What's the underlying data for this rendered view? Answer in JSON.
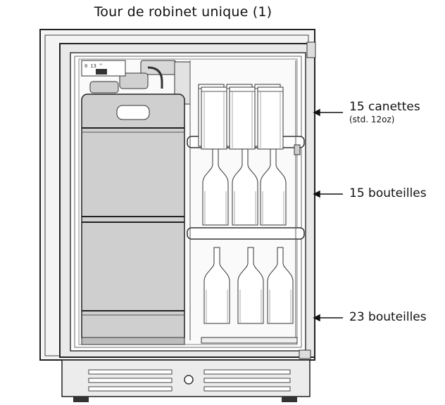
{
  "title": "Tour de robinet unique (1)",
  "callouts": [
    {
      "label": "15 canettes",
      "sublabel": "(std. 12oz)"
    },
    {
      "label": "15 bouteilles"
    },
    {
      "label": "23 bouteilles"
    }
  ],
  "icons": [
    "keg",
    "can",
    "bottle",
    "tap-tower",
    "control-panel",
    "door-lock"
  ]
}
